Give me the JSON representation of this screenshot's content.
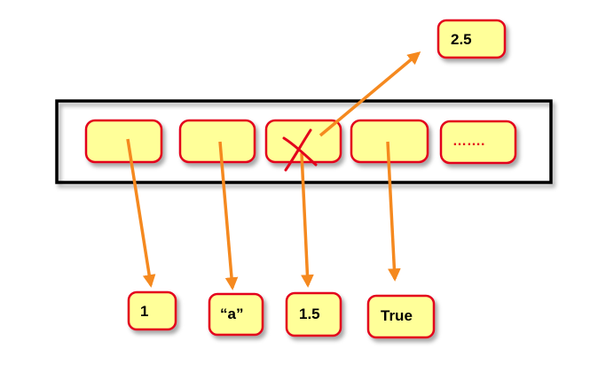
{
  "colors": {
    "box_fill": "#ffff99",
    "box_stroke": "#e3001b",
    "arrow": "#f5891f",
    "container_stroke": "#000000",
    "cross": "#e3001b",
    "ellipsis": "#e3001b"
  },
  "list": {
    "cells": [
      "",
      "",
      "",
      "",
      ""
    ],
    "ellipsis": "……."
  },
  "values": {
    "v1": "1",
    "v2": "“a”",
    "v3": "1.5",
    "v4": "True",
    "replacement": "2.5"
  }
}
